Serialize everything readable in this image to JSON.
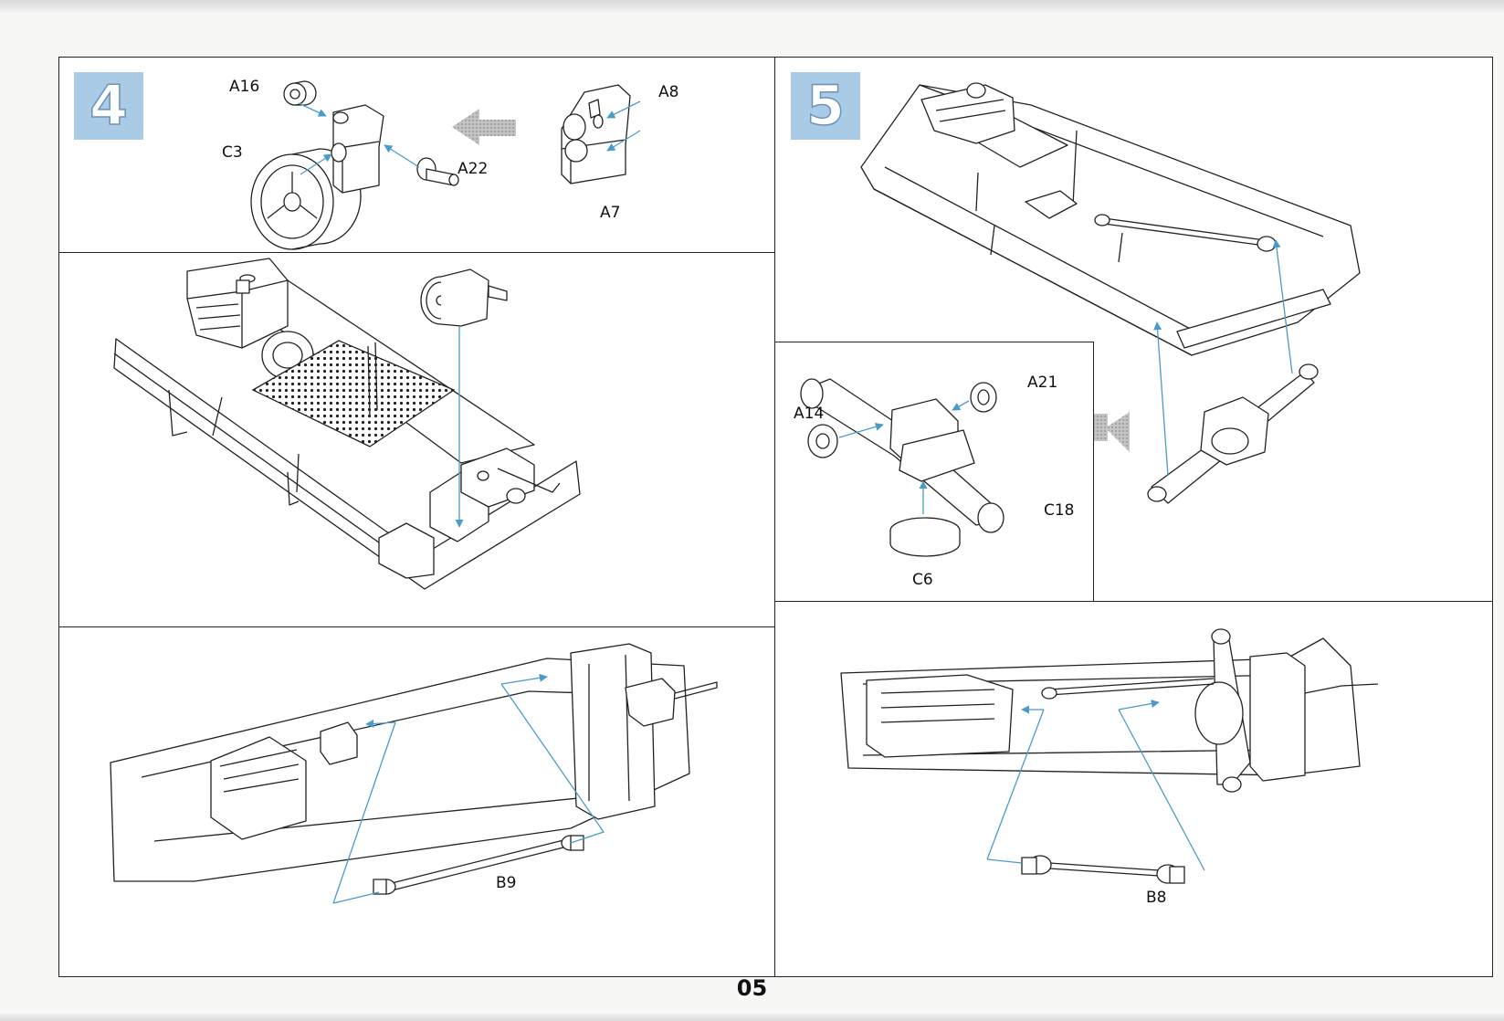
{
  "steps": [
    {
      "number": "4",
      "accent": "#a9cbe6"
    },
    {
      "number": "5",
      "accent": "#a9cbe6"
    }
  ],
  "step4": {
    "parts": {
      "a16": "A16",
      "c3": "C3",
      "a22": "A22",
      "a8": "A8",
      "a7": "A7"
    }
  },
  "step5": {
    "parts": {
      "a21": "A21",
      "a14": "A14",
      "c18": "C18",
      "c6": "C6"
    }
  },
  "bottom": {
    "parts": {
      "b9": "B9",
      "b8": "B8"
    }
  },
  "page_number": "05",
  "colors": {
    "arrow": "#4a9cc8",
    "badge": "#a9cbe6",
    "line": "#222222"
  }
}
